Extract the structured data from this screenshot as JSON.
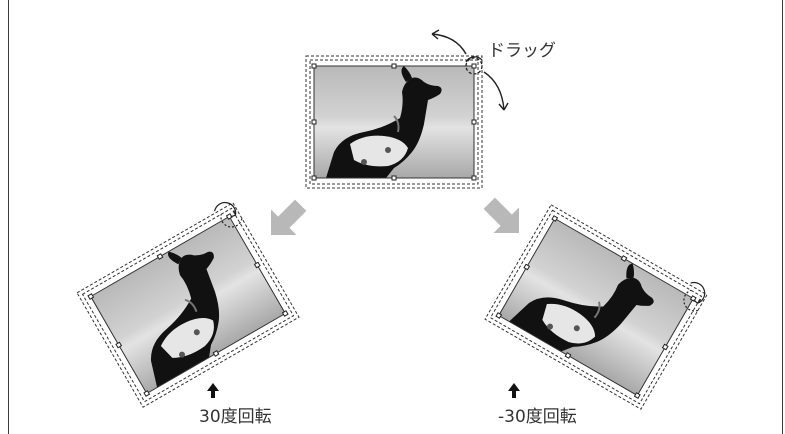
{
  "labels": {
    "drag": "ドラッグ",
    "rotate_positive": "30度回転",
    "rotate_negative": "-30度回転"
  },
  "rotations_deg": [
    0,
    -30,
    30
  ],
  "icons": [
    "rotate-arrow-icon",
    "rotation-handle-icon",
    "down-right-arrow-icon",
    "down-left-arrow-icon",
    "up-arrow-icon"
  ],
  "colors": {
    "frame_border": "#3a3a3a",
    "selection_dash": "#333333",
    "big_arrow": "#b8b8b8",
    "photo_sky": "#c9c9c9",
    "photo_ground": "#9b9b9b"
  }
}
